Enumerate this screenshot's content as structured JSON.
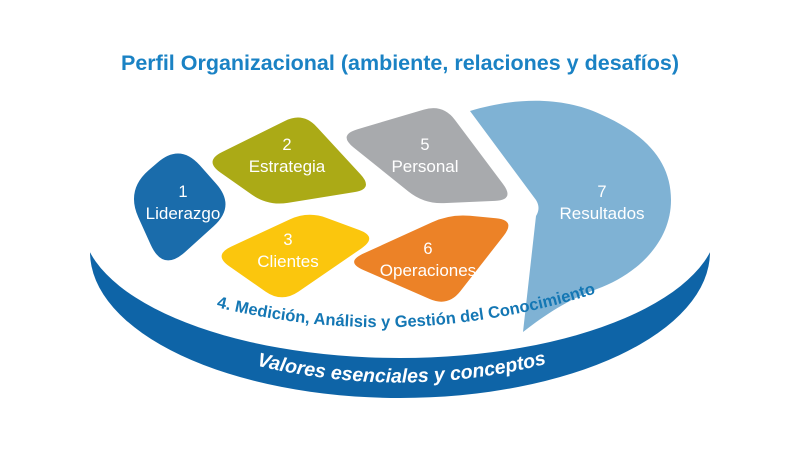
{
  "title": "Perfil Organizacional (ambiente, relaciones y desafíos)",
  "title_color": "#1a82c4",
  "categories": [
    {
      "number": "1",
      "label": "Liderazgo",
      "color": "#1a6cab"
    },
    {
      "number": "2",
      "label": "Estrategia",
      "color": "#abaa16"
    },
    {
      "number": "3",
      "label": "Clientes",
      "color": "#fbc60d"
    },
    {
      "number": "5",
      "label": "Personal",
      "color": "#a8aaad"
    },
    {
      "number": "6",
      "label": "Operaciones",
      "color": "#ec8227"
    },
    {
      "number": "7",
      "label": "Resultados",
      "color": "#7fb2d4"
    }
  ],
  "measurement_band": {
    "label": "4. Medición, Análisis y Gestión del Conocimiento",
    "color": "#1477b4"
  },
  "base_band": {
    "label": "Valores esenciales y conceptos",
    "color": "#0e64a7",
    "text_color": "#ffffff"
  }
}
